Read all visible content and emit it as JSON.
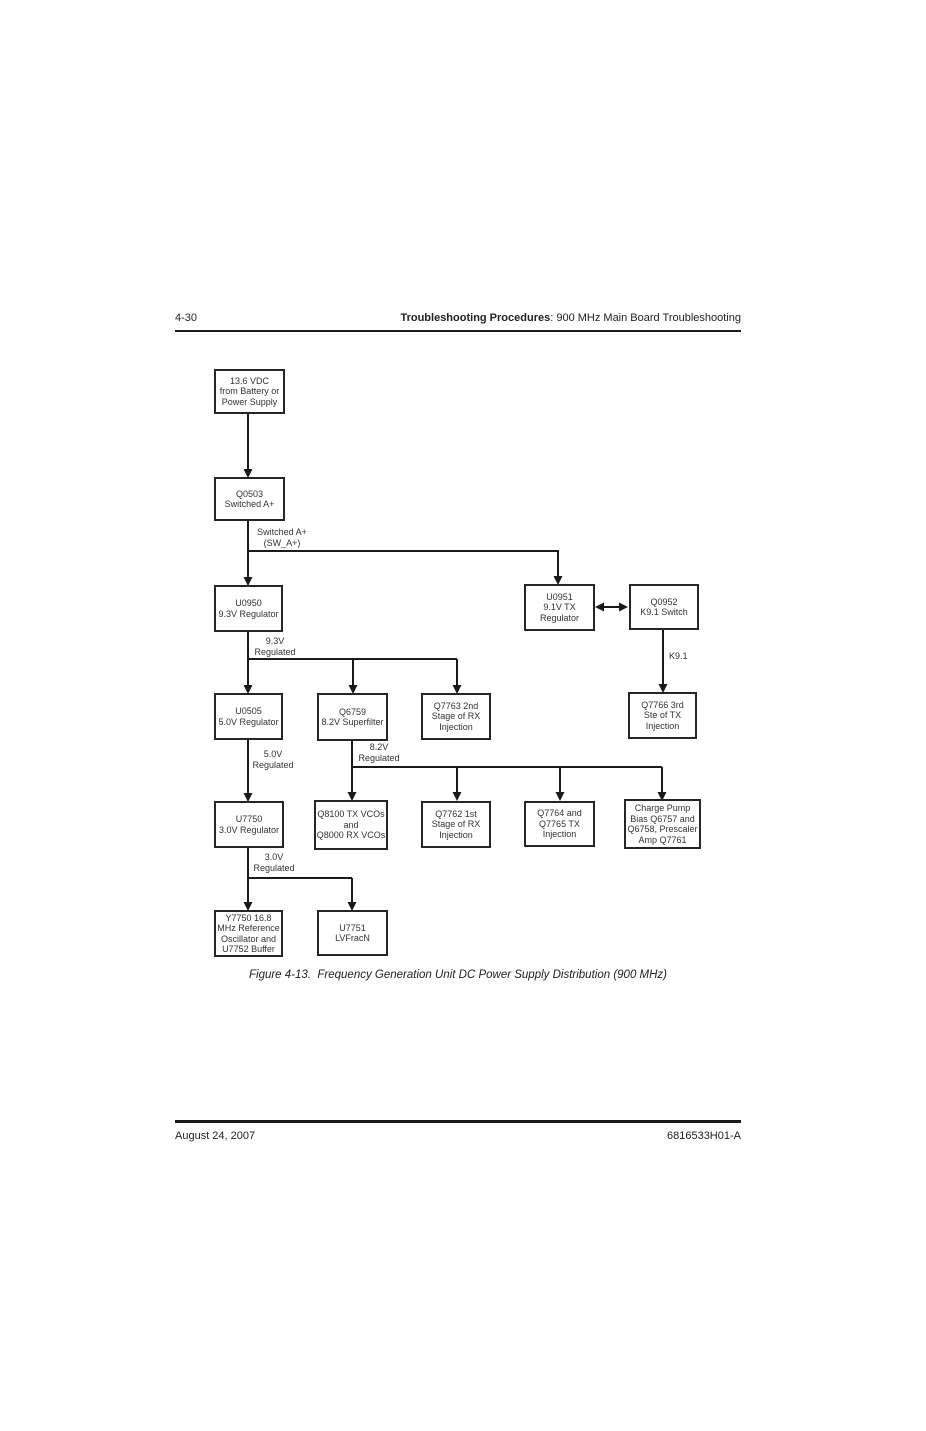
{
  "theme": {
    "ink": "#1a1a1a",
    "text": "#333333",
    "background": "#ffffff"
  },
  "header": {
    "page_number": "4-30",
    "section_bold": "Troubleshooting Procedures",
    "section_rest": ": 900 MHz Main Board Troubleshooting"
  },
  "footer": {
    "date": "August 24, 2007",
    "part_number": "6816533H01-A"
  },
  "figure": {
    "caption": "Figure 4-13.  Frequency Generation Unit DC Power Supply Distribution (900 MHz)"
  },
  "diagram": {
    "boxes": {
      "battery": "13.6 VDC\nfrom Battery or\nPower Supply",
      "q0503": "Q0503\nSwitched A+",
      "u0950": "U0950\n9.3V Regulator",
      "u0951": "U0951\n9.1V TX\nRegulator",
      "q0952": "Q0952\nK9.1 Switch",
      "u0505": "U0505\n5.0V Regulator",
      "q6759": "Q6759\n8.2V Superfilter",
      "q7763": "Q7763 2nd\nStage of RX\nInjection",
      "q7766": "Q7766 3rd\nSte of TX\nInjection",
      "u7750": "U7750\n3.0V Regulator",
      "q8100": "Q8100 TX VCOs\nand\nQ8000 RX VCOs",
      "q7762": "Q7762 1st\nStage of RX\nInjection",
      "q7764": "Q7764 and\nQ7765 TX\nInjection",
      "charge_pump": "Charge Pump\nBias Q6757 and\nQ6758, Prescaler\nAmp Q7761",
      "y7750": "Y7750 16.8\nMHz Reference\nOscillator and\nU7752 Buffer",
      "u7751": "U7751\nLVFracN"
    },
    "labels": {
      "switched_a_plus": "Switched A+\n(SW_A+)",
      "regulated_9_3v": "9.3V\nRegulated",
      "k9_1": "K9.1",
      "regulated_5_0v": "5.0V\nRegulated",
      "regulated_8_2v": "8.2V\nRegulated",
      "regulated_3_0v": "3.0V\nRegulated"
    }
  }
}
